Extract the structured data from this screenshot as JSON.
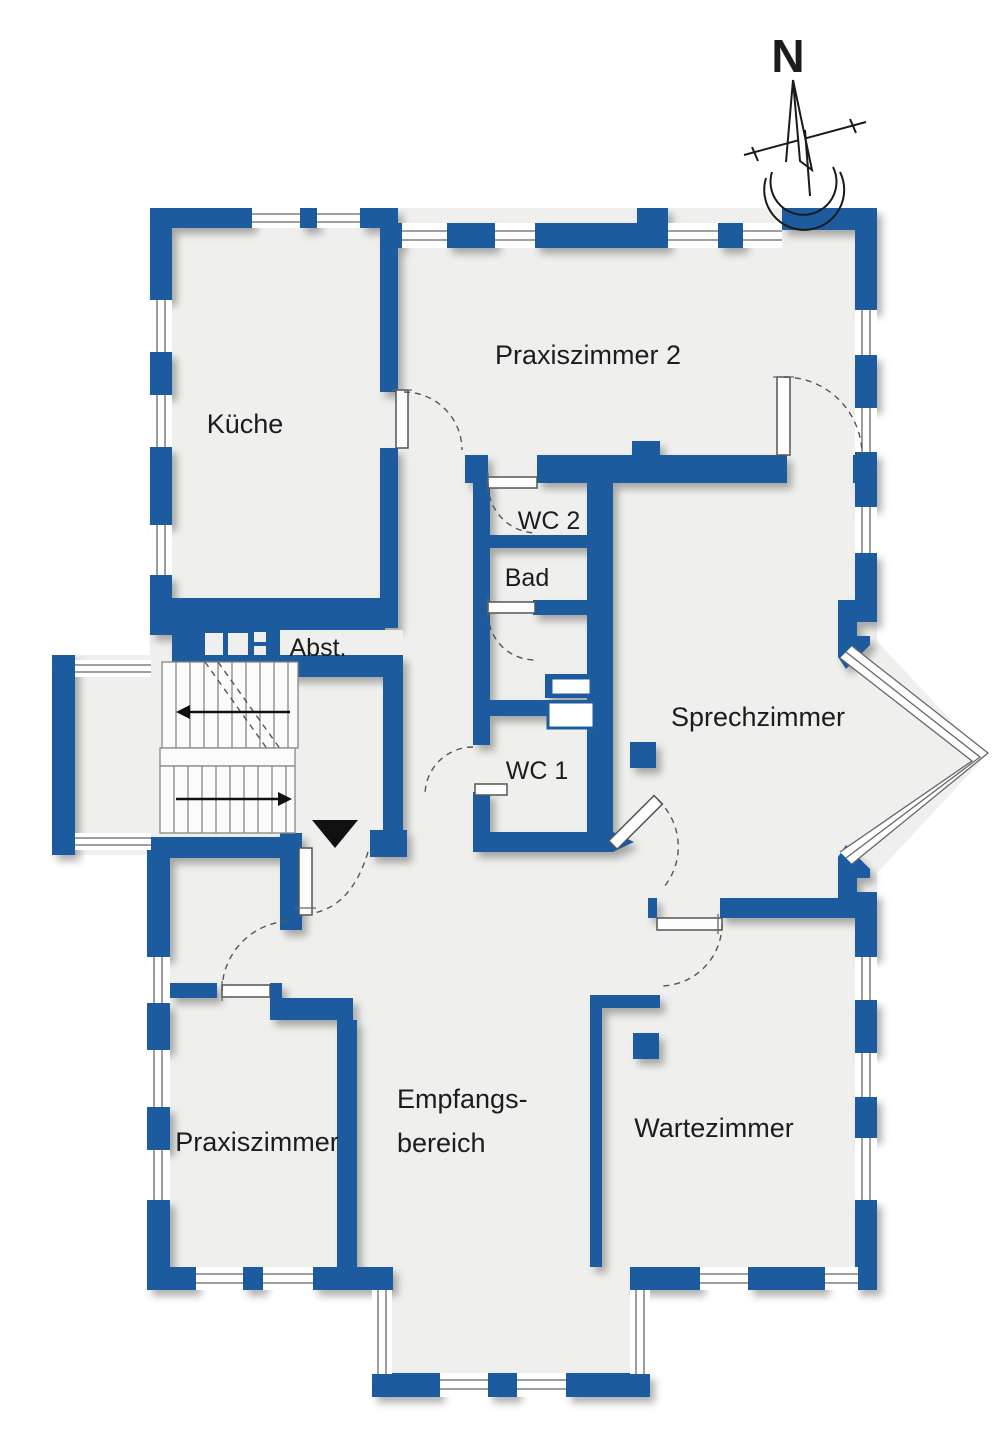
{
  "title": "Praxis Grundriss (floor plan)",
  "compass": {
    "north_label": "N"
  },
  "colors": {
    "wall": "#1F5C9E",
    "floor": "#EFEFED",
    "line": "#555555",
    "text": "#1C1C1C"
  },
  "rooms": [
    {
      "id": "kueche",
      "label": "Küche"
    },
    {
      "id": "praxiszimmer2",
      "label": "Praxiszimmer 2"
    },
    {
      "id": "wc2",
      "label": "WC 2"
    },
    {
      "id": "bad",
      "label": "Bad"
    },
    {
      "id": "sprechzimmer",
      "label": "Sprechzimmer"
    },
    {
      "id": "abstellraum",
      "label": "Abst."
    },
    {
      "id": "wc1",
      "label": "WC 1"
    },
    {
      "id": "praxiszimmer",
      "label": "Praxiszimmer"
    },
    {
      "id": "empfangsbereich",
      "label_line1": "Empfangs-",
      "label_line2": "bereich"
    },
    {
      "id": "wartezimmer",
      "label": "Wartezimmer"
    }
  ]
}
